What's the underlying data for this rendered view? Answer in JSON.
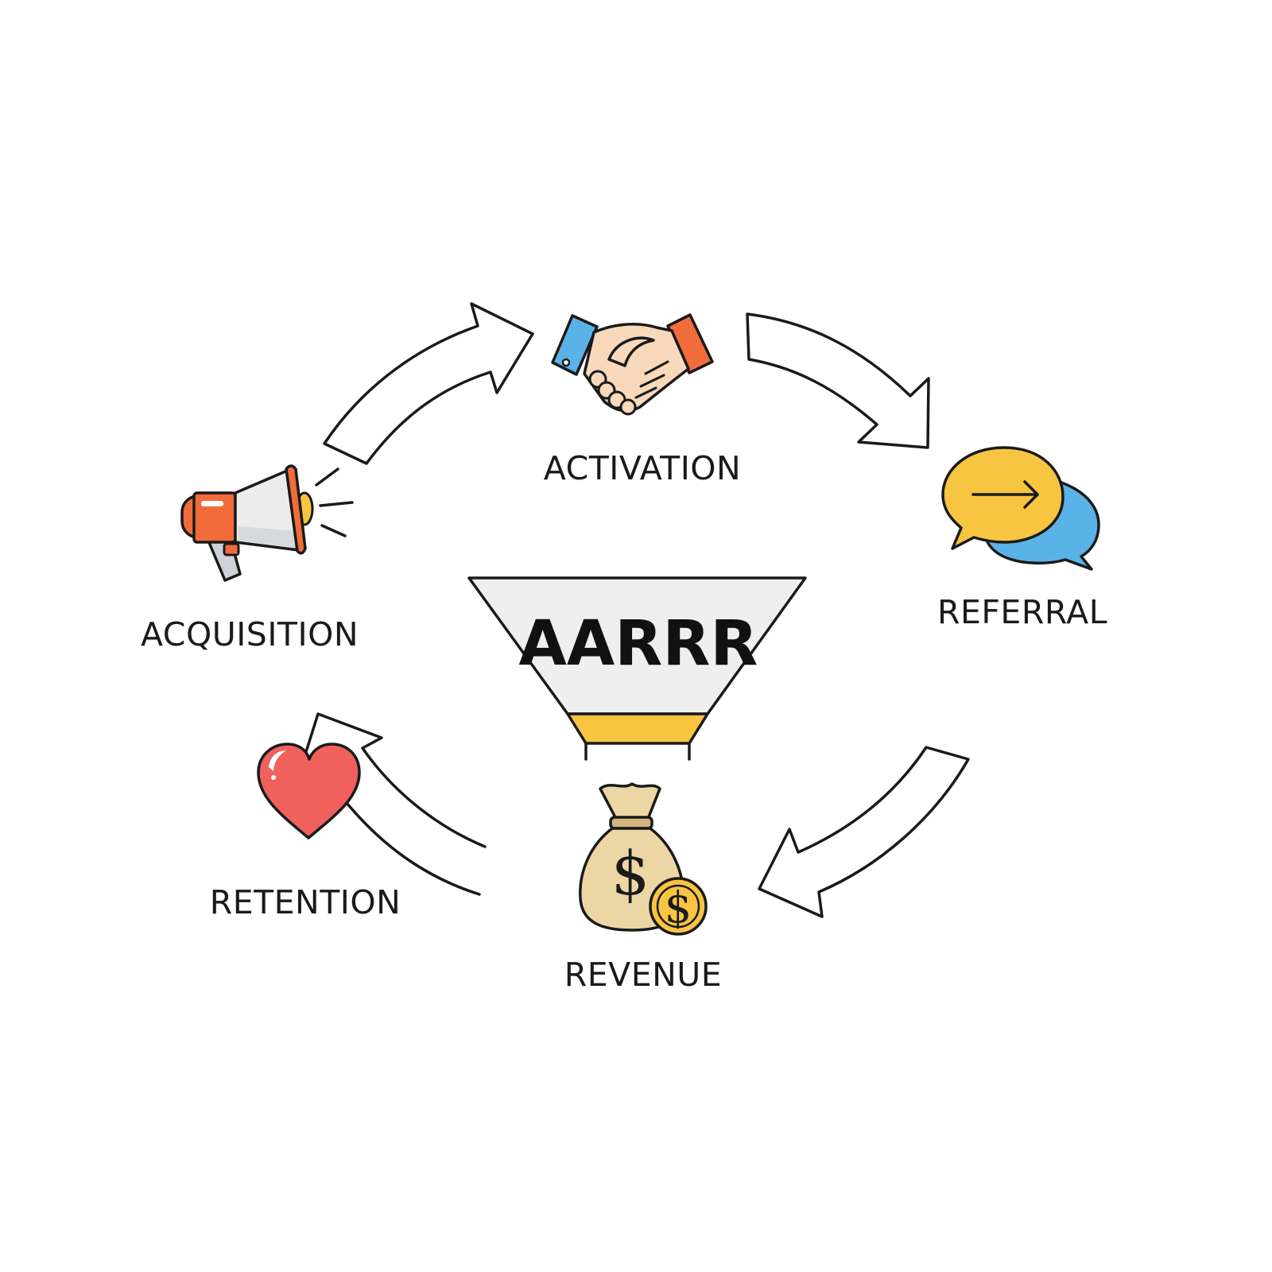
{
  "center": {
    "label": "AARRR"
  },
  "stages": {
    "acquisition": {
      "label": "ACQUISITION",
      "icon": "megaphone-icon"
    },
    "activation": {
      "label": "ACTIVATION",
      "icon": "handshake-icon"
    },
    "referral": {
      "label": "REFERRAL",
      "icon": "speech-bubbles-icon"
    },
    "revenue": {
      "label": "REVENUE",
      "icon": "money-bag-icon",
      "symbol": "$"
    },
    "retention": {
      "label": "RETENTION",
      "icon": "heart-icon"
    }
  },
  "colors": {
    "ink": "#1a1a1a",
    "orange": "#f26b3a",
    "blue": "#5ab3e6",
    "yellow": "#f8c543",
    "red": "#f0605d",
    "skin": "#f9d9bb",
    "bag": "#ecd6a4",
    "funnel_fill": "#efefef"
  }
}
